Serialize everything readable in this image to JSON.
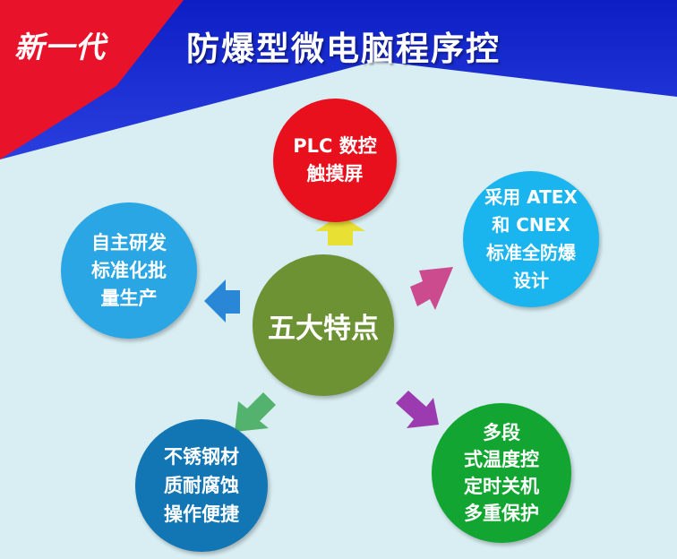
{
  "header": {
    "tag": "新一代",
    "title": "防爆型微电脑程序控"
  },
  "center": {
    "label": "五大特点"
  },
  "features": [
    {
      "id": "top",
      "lines": [
        "PLC 数控",
        "触摸屏"
      ]
    },
    {
      "id": "right-upper",
      "lines": [
        "采用 ATEX",
        "和 CNEX",
        "标准全防爆",
        "设计"
      ]
    },
    {
      "id": "left-upper",
      "lines": [
        "自主研发",
        "标准化批",
        "量生产"
      ]
    },
    {
      "id": "left-lower",
      "lines": [
        "不锈钢材",
        "质耐腐蚀",
        "操作便捷"
      ]
    },
    {
      "id": "right-lower",
      "lines": [
        "多段",
        "式温度控",
        "定时关机",
        "多重保护"
      ]
    }
  ],
  "colors": {
    "header_red": "#e8122a",
    "header_blue": "#1a2fd0",
    "background": "#d8eef2",
    "center": "#6d9234",
    "top": "#e8101c",
    "right_upper": "#1ab4ee",
    "left_upper": "#29a6e3",
    "left_lower": "#1275b4",
    "right_lower": "#13a531",
    "arrow_top": "#e9e034",
    "arrow_right_upper": "#cc4b8e",
    "arrow_left_upper": "#2a87d8",
    "arrow_left_lower": "#53b36e",
    "arrow_right_lower": "#9c3bb0"
  }
}
